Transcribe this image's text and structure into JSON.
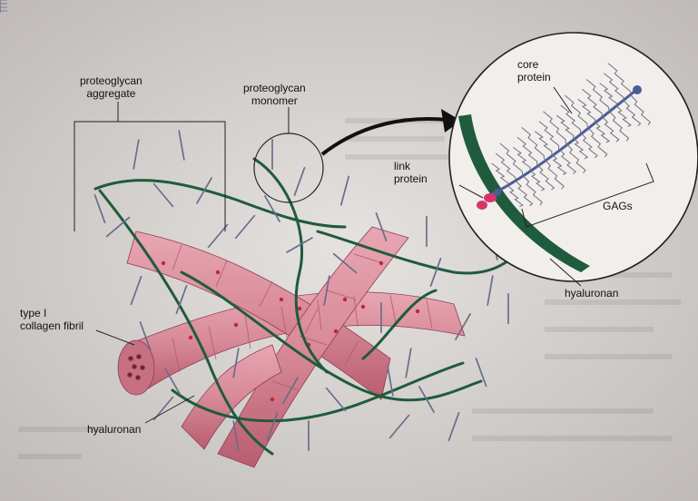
{
  "labels": {
    "proteoglycan_aggregate": [
      "proteoglycan",
      "aggregate"
    ],
    "proteoglycan_monomer": [
      "proteoglycan",
      "monomer"
    ],
    "core_protein": [
      "core",
      "protein"
    ],
    "link_protein": [
      "link",
      "protein"
    ],
    "gags": "GAGs",
    "hyaluronan_inset": "hyaluronan",
    "type_i_collagen_fibril": [
      "type I",
      "collagen fibril"
    ],
    "hyaluronan_main": "hyaluronan"
  },
  "colors": {
    "background_page": "#d9d5d3",
    "collagen_fibril": "#d88a98",
    "collagen_shadow": "#b85d70",
    "hyaluronan": "#1f5b3d",
    "gag_bristles": "#8e8ea8",
    "core_protein": "#4b5c9a",
    "link_protein": "#d7356a",
    "inset_background": "#f1eeec"
  },
  "icons": [
    "arrow-right-curved-icon"
  ]
}
